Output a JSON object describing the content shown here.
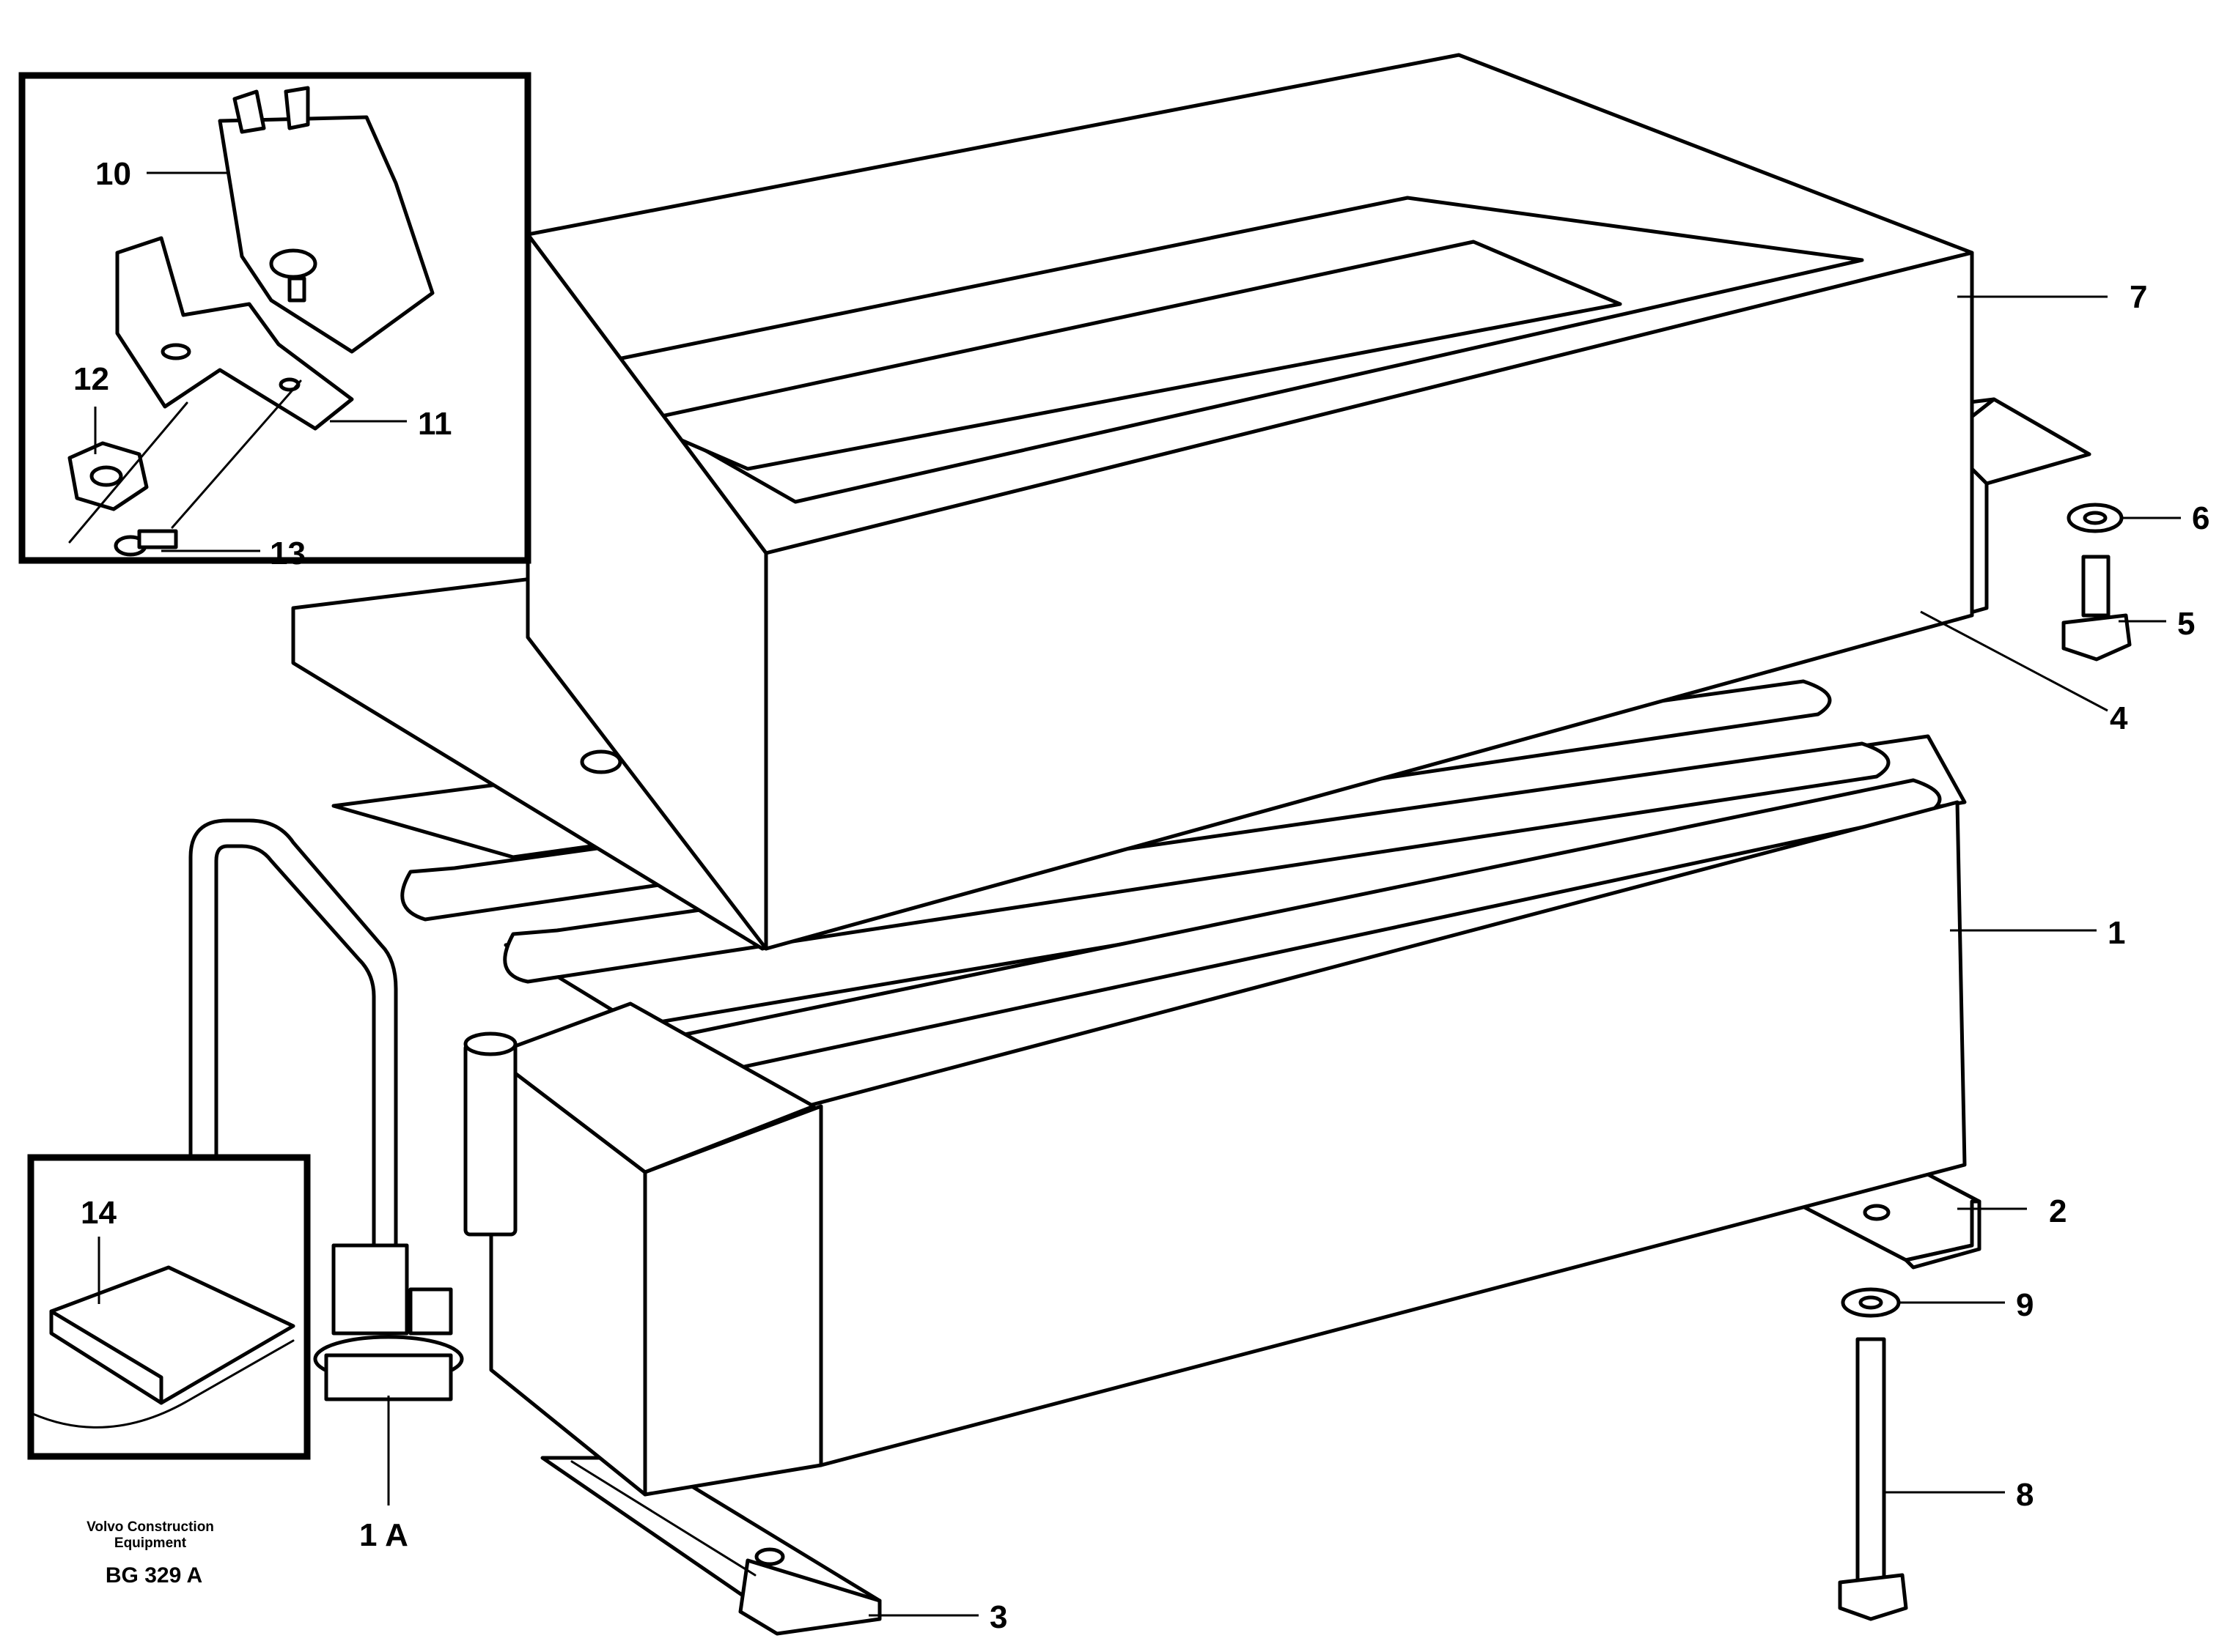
{
  "callouts": {
    "c1": "1",
    "c1a": "1 A",
    "c2": "2",
    "c3": "3",
    "c4": "4",
    "c5": "5",
    "c6": "6",
    "c7": "7",
    "c8": "8",
    "c9": "9",
    "c10": "10",
    "c11": "11",
    "c12": "12",
    "c13": "13",
    "c14": "14"
  },
  "footer": {
    "company_line1": "Volvo Construction",
    "company_line2": "Equipment",
    "figure_ref": "BG 329 A"
  }
}
